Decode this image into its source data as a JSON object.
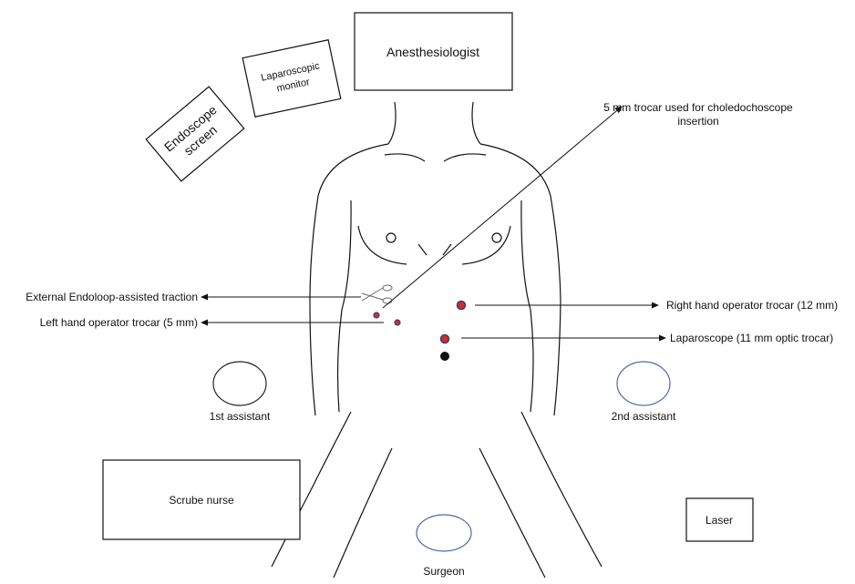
{
  "room": {
    "anesthesiologist": "Anesthesiologist",
    "laparoscopic_monitor": [
      "Laparoscopic",
      "monitor"
    ],
    "endoscope_screen": [
      "Endoscope",
      "screen"
    ],
    "scrub_nurse": "Scrube nurse",
    "laser": "Laser",
    "first_assistant": "1st assistant",
    "second_assistant": "2nd assistant",
    "surgeon": "Surgeon"
  },
  "annotations": {
    "choledochoscope_trocar": [
      "5 mm trocar used for choledochoscope",
      "insertion"
    ],
    "endoloop_traction": "External Endoloop-assisted traction",
    "left_hand_trocar": "Left hand operator trocar (5 mm)",
    "right_hand_trocar": "Right hand operator trocar (12 mm)",
    "laparoscope": "Laparoscope (11 mm optic trocar)"
  },
  "colors": {
    "line": "#111111",
    "trocar_red": "#d42b2b",
    "trocar_ring": "#3a3f73",
    "assistant_blue": "#4a6aa8",
    "first_assistant_ring": "#222222"
  }
}
